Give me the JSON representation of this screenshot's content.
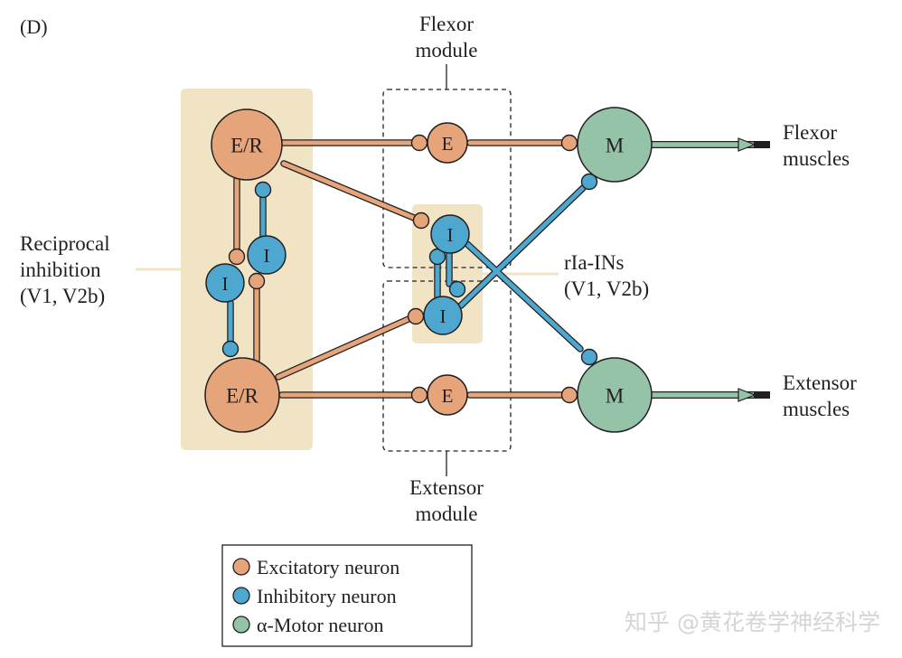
{
  "panel_label": "(D)",
  "colors": {
    "excitatory": "#e6a47a",
    "inhibitory": "#4ea7cf",
    "motor": "#95c3a8",
    "panel_fill": "#f1e4c4",
    "line": "#231f20"
  },
  "modules": {
    "flexor": {
      "line1": "Flexor",
      "line2": "module"
    },
    "extensor": {
      "line1": "Extensor",
      "line2": "module"
    }
  },
  "side_labels": {
    "reciprocal": {
      "line1": "Reciprocal",
      "line2": "inhibition",
      "line3": "(V1, V2b)"
    },
    "ria": {
      "line1": "rIa-INs",
      "line2": "(V1, V2b)"
    }
  },
  "outputs": {
    "flexor": {
      "line1": "Flexor",
      "line2": "muscles"
    },
    "extensor": {
      "line1": "Extensor",
      "line2": "muscles"
    }
  },
  "neurons": {
    "er_top": "E/R",
    "er_bottom": "E/R",
    "i_left": "I",
    "i_right": "I",
    "e_flexor": "E",
    "e_extensor": "E",
    "i_ria_top": "I",
    "i_ria_bottom": "I",
    "m_flexor": "M",
    "m_extensor": "M"
  },
  "legend": {
    "excitatory": "Excitatory neuron",
    "inhibitory": "Inhibitory neuron",
    "motor": "α-Motor neuron"
  },
  "watermark": "知乎 @黄花卷学神经科学"
}
